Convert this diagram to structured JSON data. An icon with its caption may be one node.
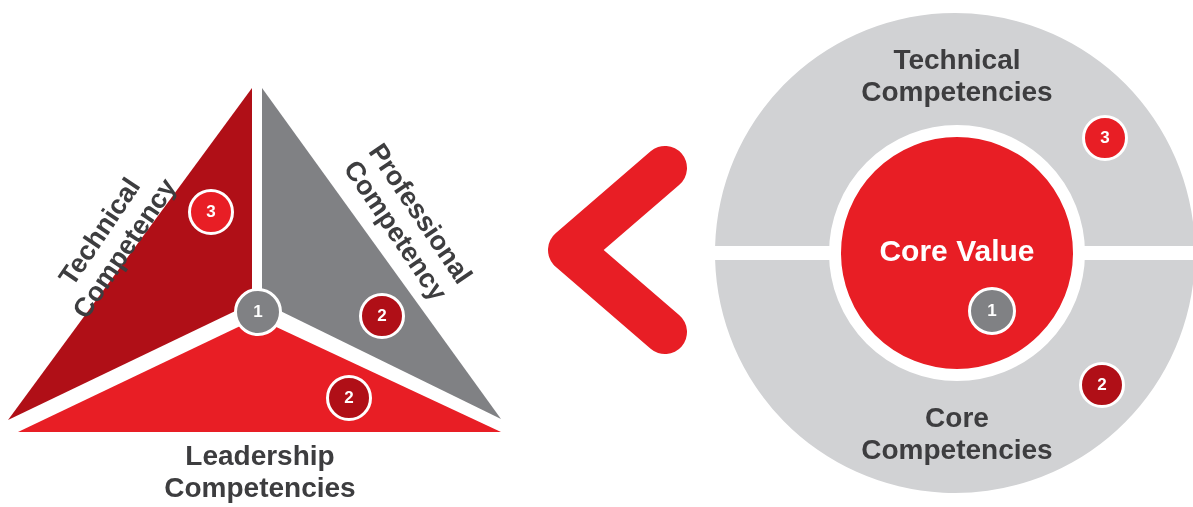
{
  "diagram": {
    "nodes": [
      {
        "text": [
          "Technical Competency"
        ]
      },
      {
        "text": [
          "3"
        ],
        "in": 0
      },
      {
        "text": [
          "Professional Competency"
        ]
      },
      {
        "text": [
          "2"
        ],
        "in": 2
      },
      {
        "text": [
          "1"
        ]
      },
      {
        "text": [
          "Leadership Competencies"
        ]
      },
      {
        "text": [
          "2"
        ],
        "in": 5
      },
      {
        "text": [
          "Technical Competencies"
        ]
      },
      {
        "text": [
          "3"
        ],
        "in": 7
      },
      {
        "text": [
          "Core Value"
        ]
      },
      {
        "text": [
          "1"
        ]
      },
      {
        "text": [
          "Core Competencies"
        ]
      },
      {
        "text": [
          "2"
        ],
        "in": 11
      }
    ]
  }
}
